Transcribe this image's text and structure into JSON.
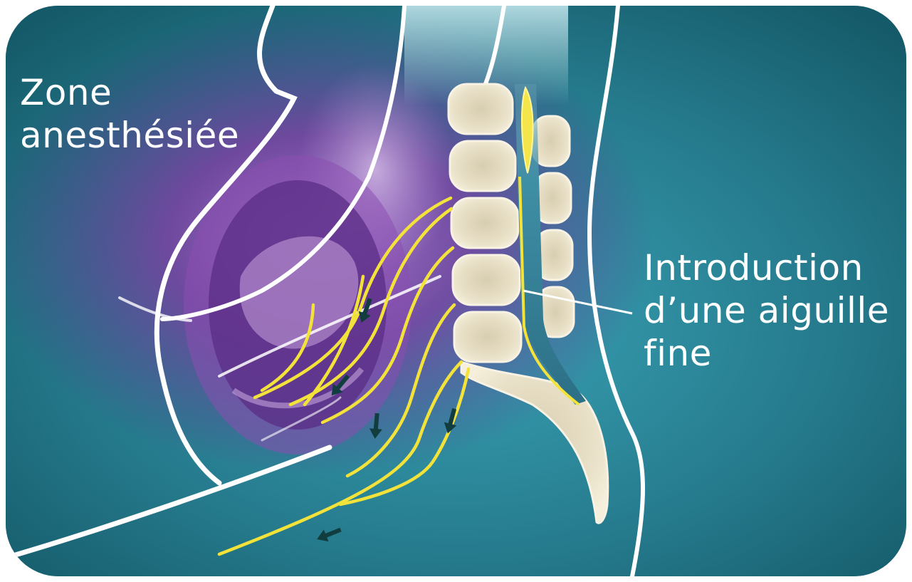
{
  "labels": {
    "anesthetized_zone": [
      "Zone",
      "anesthésiée"
    ],
    "needle_intro": [
      "Introduction",
      "d’une aiguille",
      "fine"
    ]
  },
  "colors": {
    "background_teal": "#1f6f80",
    "anesthetized_purple": "#7b3fa0",
    "nerve_yellow": "#f2e23a",
    "vertebra_bone": "#e6ddc2",
    "spinal_canal": "#3f8fa5",
    "arrow_dark": "#123d3f",
    "outline_white": "#ffffff"
  },
  "elements": {
    "arrows": [
      "down-arrow",
      "down-arrow",
      "down-arrow",
      "down-arrow",
      "left-arrow"
    ],
    "illustration": "pregnant-body-side-view-with-spine-and-epidural"
  }
}
